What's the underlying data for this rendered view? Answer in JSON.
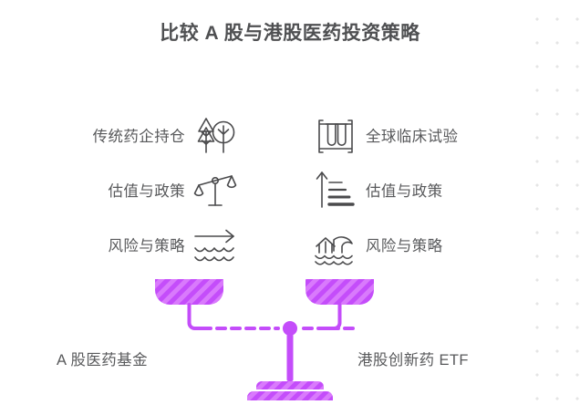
{
  "slide": {
    "title": "比较 A 股与港股医药投资策略",
    "accent_color": "#c44dfa",
    "accent_color_light": "#d97afc",
    "text_color": "#58595b",
    "title_color": "#4f5052",
    "icon_stroke_color": "#4a4a4c",
    "background": "#ffffff",
    "dot_grid_color": "#e4e4e4"
  },
  "left_column": {
    "features": [
      {
        "label": "传统药企持仓",
        "icon": "trees-icon"
      },
      {
        "label": "估值与政策",
        "icon": "balance-scale-icon"
      },
      {
        "label": "风险与策略",
        "icon": "arrow-over-waves-icon"
      }
    ],
    "caption": "A 股医药基金"
  },
  "right_column": {
    "features": [
      {
        "label": "全球临床试验",
        "icon": "test-tubes-icon"
      },
      {
        "label": "估值与政策",
        "icon": "upward-arrow-bars-icon"
      },
      {
        "label": "风险与策略",
        "icon": "house-wave-icon"
      }
    ],
    "caption": "港股创新药 ETF"
  },
  "scale_graphic": {
    "name": "balance-scale-graphic",
    "left_pan": "left-pan",
    "right_pan": "right-pan",
    "pivot": "pivot-dot",
    "post": "center-post",
    "base": "scale-base"
  }
}
